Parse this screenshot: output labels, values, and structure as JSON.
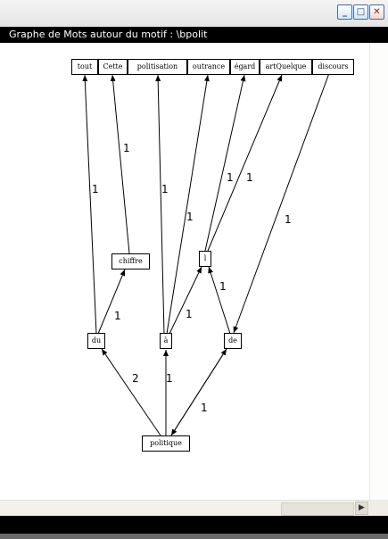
{
  "window": {
    "title": "Graphe de Mots autour du motif : \\bpolit",
    "controls": {
      "minimize": "_",
      "maximize": "□",
      "close": "✕"
    }
  },
  "graph": {
    "top_words": [
      "tout",
      "Cette",
      "politisation",
      "outrance",
      "égard",
      "artQuelque",
      "discours"
    ],
    "nodes": {
      "chiffre": "chiffre",
      "l": "l",
      "du": "du",
      "a": "à",
      "de": "de",
      "politique": "politique"
    },
    "edge_weights": {
      "du_tout": "1",
      "chiffre_cette": "1",
      "a_politisation": "1",
      "a_outrance": "1",
      "l_egard": "1",
      "l_artquelque": "1",
      "de_discours": "1",
      "du_chiffre": "1",
      "a_l": "1",
      "de_l": "1",
      "politique_du": "2",
      "politique_a": "1",
      "politique_de": "1"
    }
  },
  "scrollbar": {
    "right_arrow": "▶"
  }
}
